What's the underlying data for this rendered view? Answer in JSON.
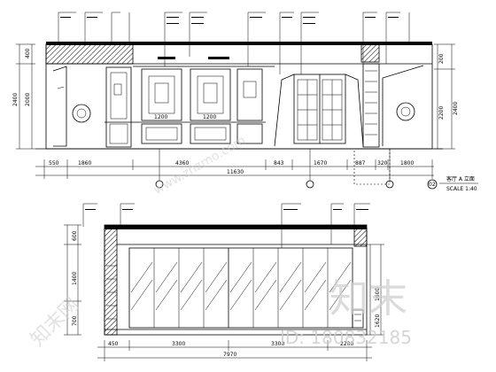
{
  "drawing": {
    "upper": {
      "dims_bottom": [
        "550",
        "1860",
        "4360",
        "843",
        "1670",
        "887",
        "320",
        "1800"
      ],
      "total_width": "11630",
      "dims_left": [
        "400",
        "2000",
        "2400"
      ],
      "dims_right": [
        "200",
        "2200",
        "2400"
      ],
      "inner_labels": [
        "1200",
        "1200"
      ],
      "view_tag": "02",
      "view_title": "客厅 A 立面",
      "scale": "SCALE 1:40"
    },
    "lower": {
      "dims_bottom": [
        "450",
        "3300",
        "3300",
        "2200"
      ],
      "total_width": "7970",
      "dims_left": [
        "600",
        "1400",
        "700"
      ],
      "dims_right": [
        "1600",
        "1620"
      ]
    }
  },
  "watermark": {
    "brand": "知末",
    "id_text": "ID: 180832185",
    "site": "www.znzmo.com",
    "left_brand": "知末网"
  }
}
